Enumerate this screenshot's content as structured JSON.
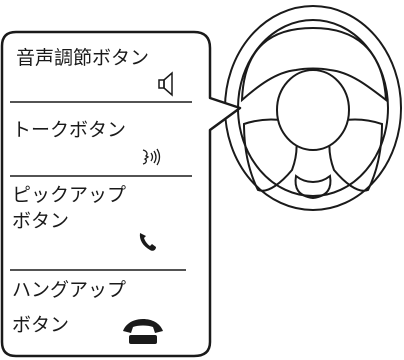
{
  "callout": {
    "volume": {
      "label": "音声調節ボタン",
      "icon": "speaker-icon"
    },
    "talk": {
      "label": "トークボタン",
      "icon": "voice-icon"
    },
    "pickup": {
      "line1": "ピックアップ",
      "line2": "ボタン",
      "icon": "phone-handset-icon"
    },
    "hangup": {
      "line1": "ハングアップ",
      "line2": "ボタン",
      "icon": "phone-hangup-icon"
    }
  },
  "wheel": {
    "hub_color": "#ffffff",
    "line_color": "#1a1a1a"
  }
}
